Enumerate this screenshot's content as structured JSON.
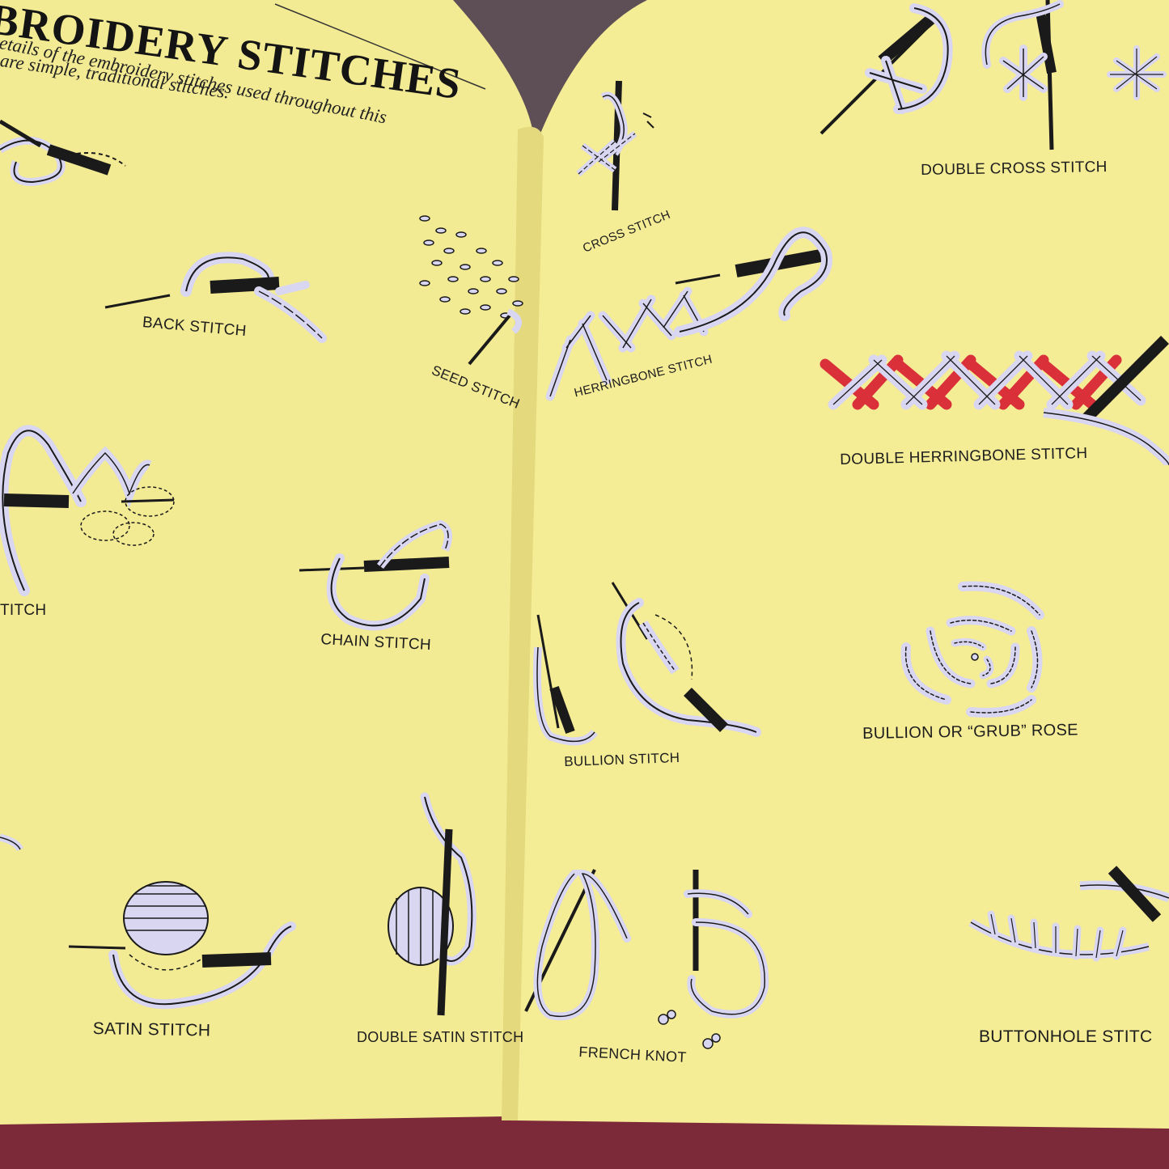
{
  "book": {
    "title": "BROIDERY STITCHES",
    "intro_line_1": "etails of the embroidery stitches used throughout this",
    "intro_line_2": "are simple, traditional stitches."
  },
  "left_page": {
    "labels": {
      "back_stitch": "BACK STITCH",
      "seed_stitch": "SEED STITCH",
      "partial_stitch": "TITCH",
      "chain_stitch": "CHAIN STITCH",
      "satin_stitch": "SATIN STITCH",
      "double_satin_stitch": "DOUBLE SATIN STITCH"
    }
  },
  "right_page": {
    "labels": {
      "cross_stitch": "CROSS STITCH",
      "double_cross_stitch": "DOUBLE CROSS STITCH",
      "herringbone_stitch": "HERRINGBONE STITCH",
      "double_herringbone_stitch": "DOUBLE HERRINGBONE STITCH",
      "bullion_stitch": "BULLION STITCH",
      "bullion_rose": "BULLION OR “GRUB” ROSE",
      "french_knot": "FRENCH KNOT",
      "buttonhole_stitch": "BUTTONHOLE STITC"
    }
  },
  "colors": {
    "page": "#f3eb93",
    "thread": "#d9d6f2",
    "red_thread": "#d9303a",
    "ink": "#1a1a1a"
  }
}
